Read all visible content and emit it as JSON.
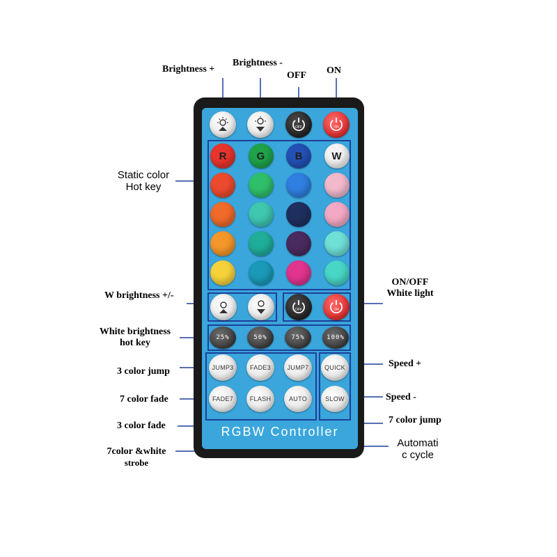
{
  "callouts": {
    "brightness_plus": "Brightness +",
    "brightness_minus": "Brightness -",
    "off": "OFF",
    "on": "ON",
    "static_color_line1": "Static color",
    "static_color_line2": "Hot key",
    "w_brightness": "W brightness +/-",
    "onoff_white_line1": "ON/OFF",
    "onoff_white_line2": "White light",
    "white_brightness_line1": "White brightness",
    "white_brightness_line2": "hot key",
    "jump3": "3 color jump",
    "fade7": "7 color fade",
    "fade3": "3 color fade",
    "strobe_line1": "7color &white",
    "strobe_line2": "strobe",
    "speed_plus": "Speed +",
    "speed_minus": "Speed -",
    "jump7": "7 color jump",
    "auto_line1": "Automati",
    "auto_line2": "c cycle"
  },
  "remote": {
    "title": "RGBW  Controller",
    "color_buttons": [
      {
        "label": "R",
        "color": "#e8342c"
      },
      {
        "label": "G",
        "color": "#1fa34a"
      },
      {
        "label": "B",
        "color": "#2350b5"
      },
      {
        "label": "W",
        "color": "#f2f2f2"
      },
      {
        "label": "",
        "color": "#ec4a2e"
      },
      {
        "label": "",
        "color": "#2fbf6a"
      },
      {
        "label": "",
        "color": "#2f7fe0"
      },
      {
        "label": "",
        "color": "#f2b9cc"
      },
      {
        "label": "",
        "color": "#f06a2a"
      },
      {
        "label": "",
        "color": "#3fc7b0"
      },
      {
        "label": "",
        "color": "#1f2f5f"
      },
      {
        "label": "",
        "color": "#f3a9c4"
      },
      {
        "label": "",
        "color": "#f4962a"
      },
      {
        "label": "",
        "color": "#1fae9a"
      },
      {
        "label": "",
        "color": "#4a2a5f"
      },
      {
        "label": "",
        "color": "#6fe0d6"
      },
      {
        "label": "",
        "color": "#f6d23a"
      },
      {
        "label": "",
        "color": "#1a9ab8"
      },
      {
        "label": "",
        "color": "#e0348e"
      },
      {
        "label": "",
        "color": "#48d6c6"
      }
    ],
    "percent_buttons": [
      "25%",
      "50%",
      "75%",
      "100%"
    ],
    "mode_buttons": {
      "jump3": "JUMP3",
      "fade3": "FADE3",
      "jump7": "JUMP7",
      "quick": "QUICK",
      "fade7": "FADE7",
      "flash": "FLASH",
      "auto": "AUTO",
      "slow": "SLOW"
    },
    "off_badge": "OFF",
    "on_badge": "ON"
  }
}
